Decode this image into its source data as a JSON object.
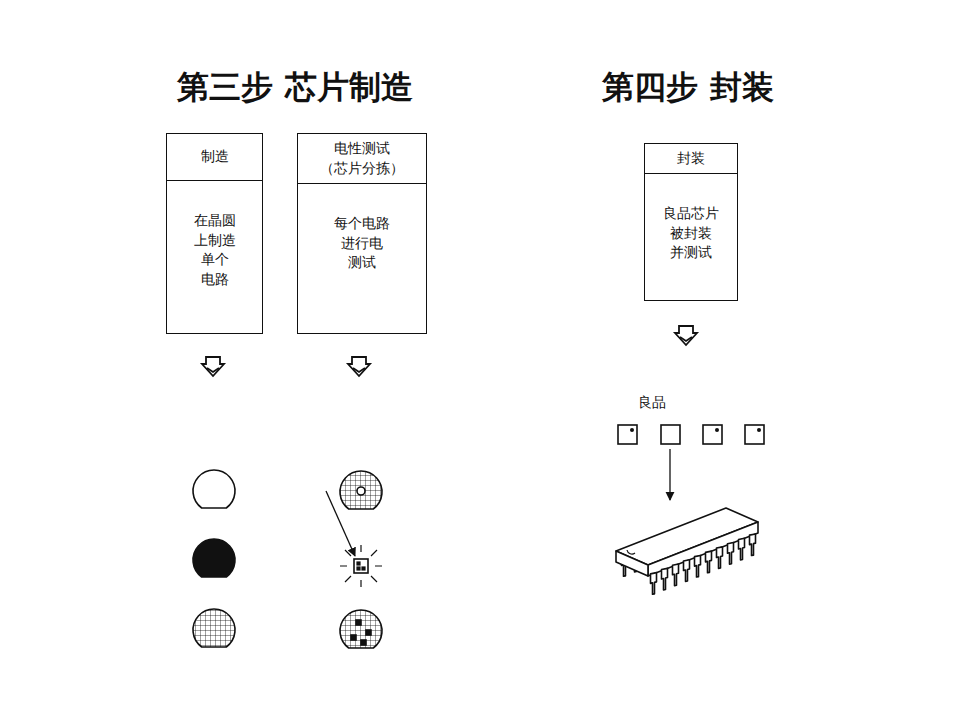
{
  "diagram": {
    "nodes": [
      {
        "text": [
          "制造",
          "在晶圆 上制造 单个 电路"
        ]
      },
      {
        "text": [
          "电性测试 （芯片分拣）",
          "每个电路 进行电 测试"
        ]
      },
      {
        "text": [
          "封装",
          "良品芯片 被封装 并测试"
        ]
      }
    ],
    "labels": [
      "第三步 芯片制造",
      "第四步 封装",
      "良品"
    ]
  }
}
